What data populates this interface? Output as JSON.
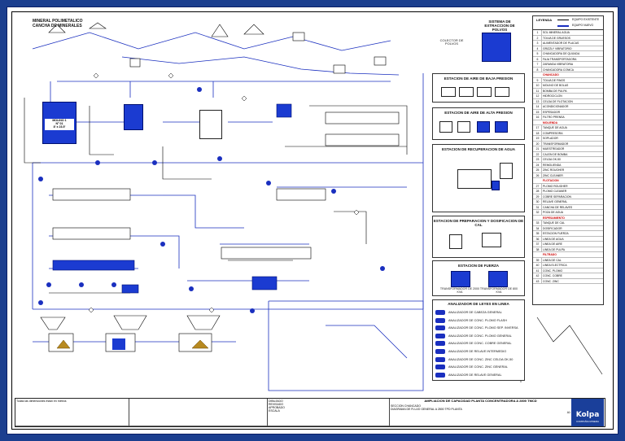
{
  "drawing": {
    "plant_title_line1": "MINERAL POLIMETALICO",
    "plant_title_line2": "CANCHA DE MINERALES",
    "mill": {
      "line1": "MOLINO 1",
      "line2": "Nº 01",
      "line3": "8' x 23.5'"
    },
    "dust_panel_title": "SISTEMA DE EXTRACCION DE POLVOS",
    "dust_collector_label": "COLECTOR DE POLVOS",
    "low_pressure_title": "ESTACION DE AIRE DE BAJA PRESION",
    "high_pressure_title": "ESTACION DE AIRE DE ALTA PRESION",
    "water_title": "ESTACION DE RECUPERACION DE AGUA",
    "lime_title": "ESTACION DE PREPARACION Y DOSIFICACION DE CAL",
    "power_title": "ESTACION DE FUERZA",
    "power_labels": [
      "TRANSFORMADOR DE 2000 KVA",
      "TRANSFORMADOR DE 800 KVA"
    ],
    "analyzer_title": "ANALIZADOR DE LEYES EN LINEA",
    "analyzers": [
      "ANALIZADOR DE CABEZA GENERAL",
      "ANALIZADOR DE CONC. PLOMO FLASH",
      "ANALIZADOR DE CONC. PLOMO SEP. INVERSA",
      "ANALIZADOR DE CONC. PLOMO GENERAL",
      "ANALIZADOR DE CONC. COBRE GENERAL",
      "ANALIZADOR DE RELAVE INTERMEDIO",
      "ANALIZADOR DE CONC. ZINC CELDA OK-50",
      "ANALIZADOR DE CONC. ZINC GENERAL",
      "ANALIZADOR DE RELAVE GENERAL"
    ]
  },
  "legend": {
    "line_labels": [
      "EQUIPO EXISTENTE",
      "EQUIPO NUEVO"
    ],
    "headers": [
      "LEYENDA",
      "CHANCADO",
      "MOLIENDA",
      "FLOTACION",
      "ESPESAMIENTO",
      "FILTRADO"
    ],
    "rows": [
      "SOL MINERAL AGUA",
      "TOLVA DE GRUESOS",
      "ALIMENTADOR DE PLACAS",
      "GRIZZLY VIBRATORIO",
      "CHANCADORA DE QUIJADA",
      "FAJA TRANSPORTADORA",
      "ZARANDA VIBRATORIA",
      "CHANCADORA CONICA",
      "TOLVA DE FINOS",
      "MOLINO DE BOLAS",
      "BOMBA DE PULPA",
      "HIDROCICLON",
      "CELDA DE FLOTACION",
      "ACONDICIONADOR",
      "ESPESADOR",
      "FILTRO PRENSA",
      "TANQUE DE AGUA",
      "COMPRESORA",
      "SOPLADOR",
      "TRANSFORMADOR",
      "MUESTREADOR",
      "CAJON DE BOMBA",
      "CELDA OK-50",
      "REMOLIENDA",
      "ZINC ROUGHER",
      "ZINC CLEANER",
      "PLOMO ROUGHER",
      "PLOMO CLEANER",
      "COBRE SEPARACION",
      "RELAVE GENERAL",
      "CANCHA DE RELAVES",
      "POZA DE AGUA",
      "TANQUE DE CAL",
      "DOSIFICADOR",
      "ESTACION FUERZA",
      "LINEA DE AGUA",
      "LINEA DE AIRE",
      "LINEA DE PULPA",
      "LINEA DE CAL",
      "LINEA ELECTRICA",
      "CONC. PLOMO",
      "CONC. COBRE",
      "CONC. ZINC"
    ]
  },
  "title_block": {
    "note": "Todas las dimensiones estan en metros",
    "client_rows": [
      "DIBUJADO",
      "REVISADO",
      "APROBADO",
      "ESCALA"
    ],
    "project_title": "AMPLIACION DE CAPACIDAD PLANTA CONCENTRADORA A 2800 TMCD",
    "area": "SECCION CHANCADO",
    "drawing_name": "DIAGRAMA DE FLUJO GENERAL A 2800 TPD PLANTA",
    "sheet_code": "A1",
    "company": "Kolpa",
    "company_sub": "COMPAÑIA MINERA"
  }
}
